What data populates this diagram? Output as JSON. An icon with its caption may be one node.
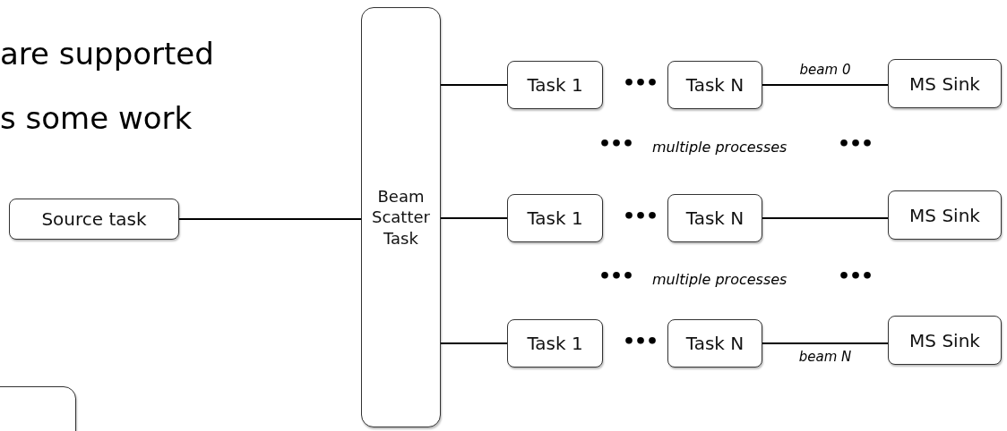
{
  "diagram": {
    "nodes": [
      {
        "text": [
          "Source task"
        ]
      },
      {
        "text": [
          "Beam Scatter Task"
        ]
      },
      {
        "text": [
          "Task 1"
        ]
      },
      {
        "text": [
          "Task N"
        ]
      },
      {
        "text": [
          "MS Sink"
        ]
      },
      {
        "text": [
          "Task 1"
        ]
      },
      {
        "text": [
          "Task N"
        ]
      },
      {
        "text": [
          "MS Sink"
        ]
      },
      {
        "text": [
          "Task 1"
        ]
      },
      {
        "text": [
          "Task N"
        ]
      },
      {
        "text": [
          "MS Sink"
        ]
      },
      {
        "text": [],
        "shape": "box"
      }
    ],
    "edges": [
      {
        "from": 0,
        "to": 1,
        "arrow": "none"
      },
      {
        "from": 1,
        "to": 2,
        "arrow": "none"
      },
      {
        "from": 3,
        "to": 4,
        "arrow": "none",
        "label": "beam 0"
      },
      {
        "from": 1,
        "to": 5,
        "arrow": "none"
      },
      {
        "from": 6,
        "to": 7,
        "arrow": "none"
      },
      {
        "from": 1,
        "to": 8,
        "arrow": "none"
      },
      {
        "from": 9,
        "to": 10,
        "arrow": "none",
        "label": "beam N"
      }
    ],
    "labels": [
      "are supported",
      "s some work",
      "•••",
      "•••",
      "multiple processes",
      "•••",
      "•••",
      "•••",
      "multiple processes",
      "•••",
      "•••"
    ]
  }
}
